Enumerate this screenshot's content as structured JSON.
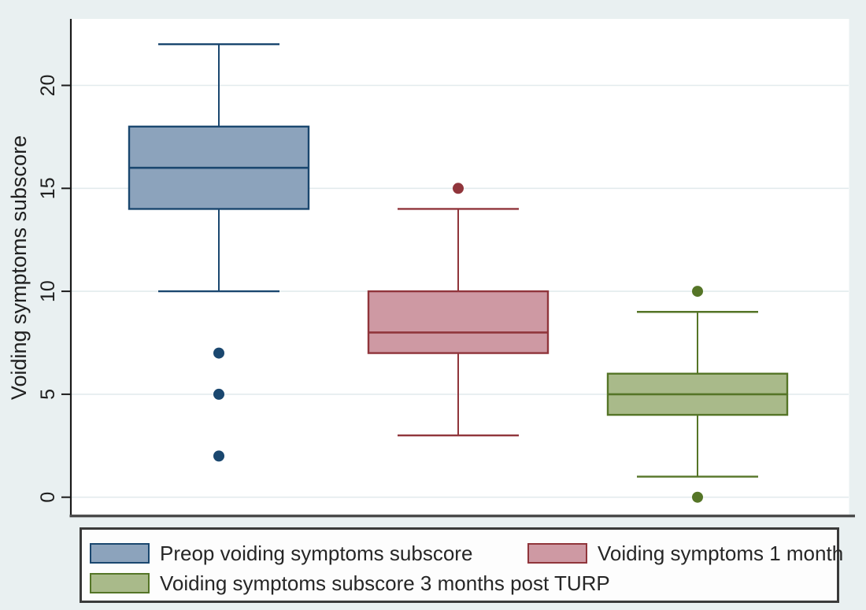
{
  "chart_data": {
    "type": "boxplot",
    "title": "",
    "xlabel": "",
    "ylabel": "Voiding symptoms subscore",
    "yticks": [
      0,
      5,
      10,
      15,
      20
    ],
    "ylim": [
      -1,
      23.2
    ],
    "grid": "horizontal",
    "legend_position": "bottom",
    "background_color": "#e9f0f1",
    "plot_background_color": "#ffffff",
    "series": [
      {
        "label": "Preop voiding symptoms subscore",
        "fill": "#8ca3bc",
        "stroke": "#1a476f",
        "min": 10,
        "q1": 14,
        "median": 16,
        "q3": 18,
        "max": 22,
        "outliers": [
          7,
          5,
          2
        ]
      },
      {
        "label": "Voiding symptoms 1 month",
        "fill": "#ce99a3",
        "stroke": "#90353b",
        "min": 3,
        "q1": 7,
        "median": 8,
        "q3": 10,
        "max": 14,
        "outliers": [
          15
        ]
      },
      {
        "label": "Voiding symptoms subscore 3 months post TURP",
        "fill": "#a9ba8a",
        "stroke": "#557527",
        "min": 1,
        "q1": 4,
        "median": 5,
        "q3": 6,
        "max": 9,
        "outliers": [
          10,
          0
        ]
      }
    ]
  }
}
